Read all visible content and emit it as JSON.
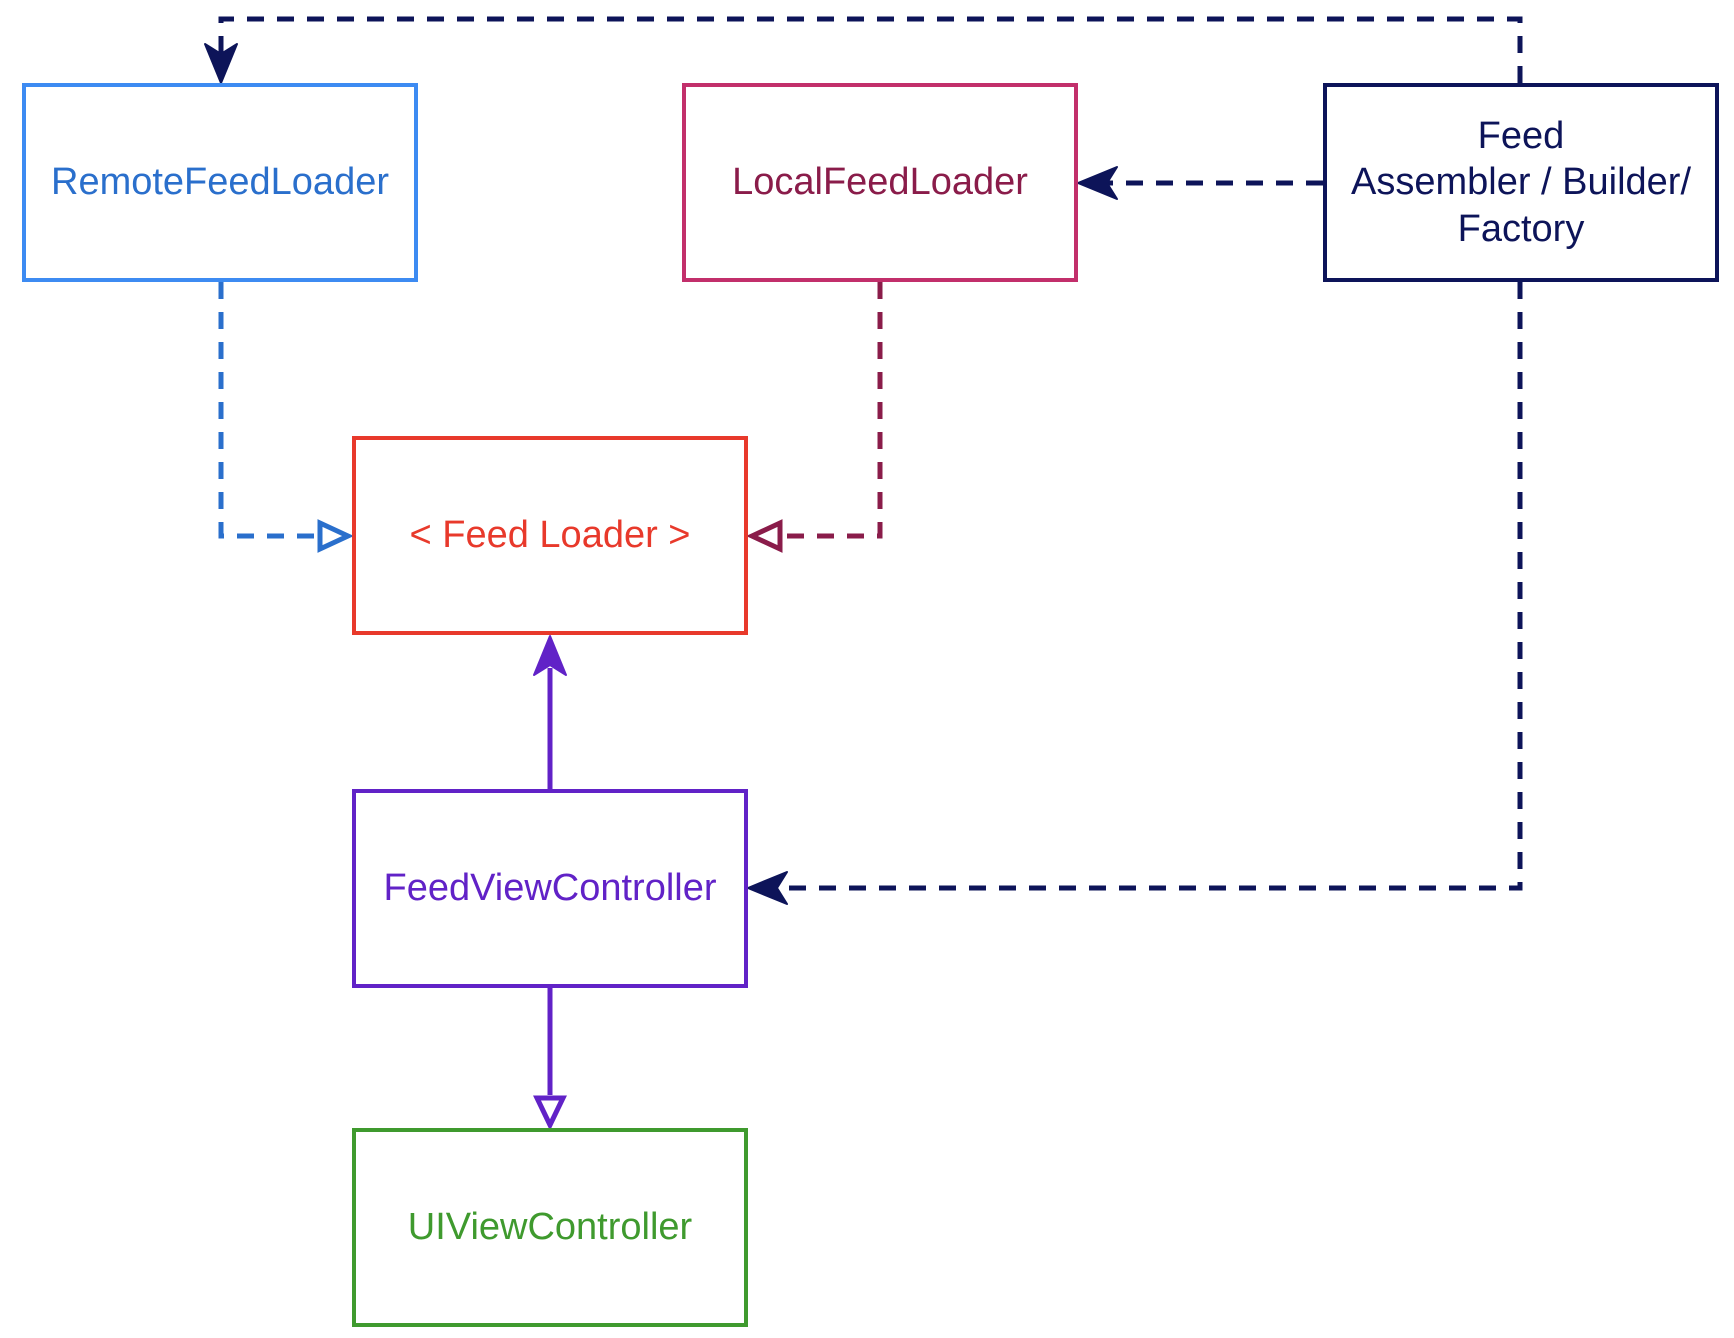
{
  "nodes": {
    "remote_feed_loader": {
      "label": "RemoteFeedLoader",
      "border_color": "#3d8bf2",
      "text_color": "#2a6fcc"
    },
    "local_feed_loader": {
      "label": "LocalFeedLoader",
      "border_color": "#c22f6b",
      "text_color": "#8a1c4a"
    },
    "feed_factory": {
      "label": "Feed\nAssembler / Builder/\nFactory",
      "border_color": "#0d1459",
      "text_color": "#0d1459"
    },
    "feed_loader": {
      "label": "< Feed Loader >",
      "border_color": "#e8392b",
      "text_color": "#e8392b"
    },
    "feed_view_controller": {
      "label": "FeedViewController",
      "border_color": "#6122c7",
      "text_color": "#6122c7"
    },
    "ui_view_controller": {
      "label": "UIViewController",
      "border_color": "#3f9a2e",
      "text_color": "#3f9a2e"
    }
  },
  "edges": [
    {
      "from": "feed_factory",
      "to": "remote_feed_loader",
      "style": "dashed",
      "arrow": "filled",
      "color": "#0d1459"
    },
    {
      "from": "feed_factory",
      "to": "local_feed_loader",
      "style": "dashed",
      "arrow": "filled",
      "color": "#0d1459"
    },
    {
      "from": "feed_factory",
      "to": "feed_view_controller",
      "style": "dashed",
      "arrow": "filled",
      "color": "#0d1459"
    },
    {
      "from": "remote_feed_loader",
      "to": "feed_loader",
      "style": "dashed",
      "arrow": "hollow-triangle",
      "color": "#2a6fcc"
    },
    {
      "from": "local_feed_loader",
      "to": "feed_loader",
      "style": "dashed",
      "arrow": "hollow-triangle",
      "color": "#8a1c4a"
    },
    {
      "from": "feed_view_controller",
      "to": "feed_loader",
      "style": "solid",
      "arrow": "filled",
      "color": "#6122c7"
    },
    {
      "from": "feed_view_controller",
      "to": "ui_view_controller",
      "style": "solid",
      "arrow": "hollow-triangle",
      "color": "#6122c7"
    }
  ]
}
